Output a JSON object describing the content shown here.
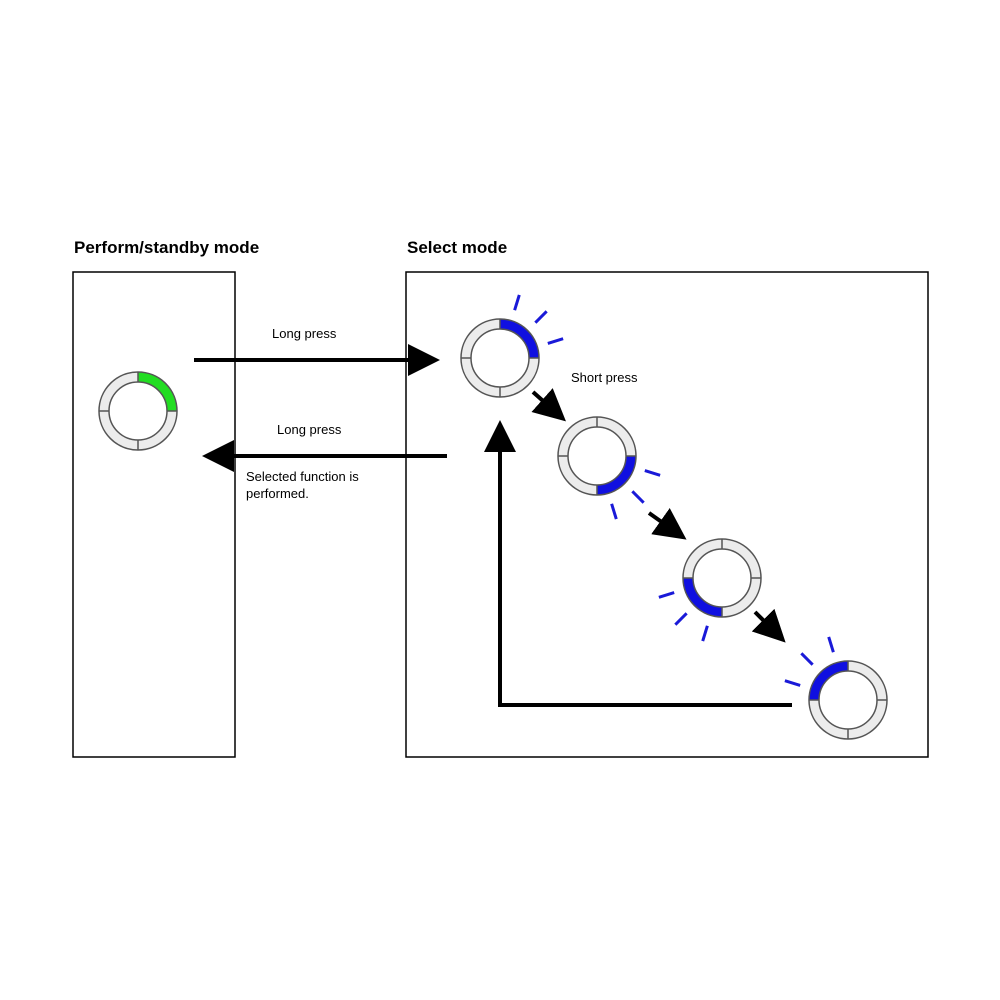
{
  "headings": {
    "perform_standby": "Perform/standby mode",
    "select": "Select mode"
  },
  "labels": {
    "long_press_to_select": "Long press",
    "long_press_to_perform": "Long press",
    "short_press": "Short press",
    "selected_line1": "Selected function is",
    "selected_line2": "performed."
  },
  "colors": {
    "ring_bg": "#ececec",
    "ring_stroke": "#555555",
    "active_perform": "#22dd22",
    "active_select": "#1010e0",
    "blink_rays": "#1a1ad8",
    "arrow": "#000000"
  },
  "rings": {
    "standby": {
      "active_quadrant": "top-right",
      "blinking": false
    },
    "select_states": [
      {
        "active_quadrant": "top-right",
        "blinking": true
      },
      {
        "active_quadrant": "bottom-right",
        "blinking": true
      },
      {
        "active_quadrant": "bottom-left",
        "blinking": true
      },
      {
        "active_quadrant": "top-left",
        "blinking": true
      }
    ]
  }
}
